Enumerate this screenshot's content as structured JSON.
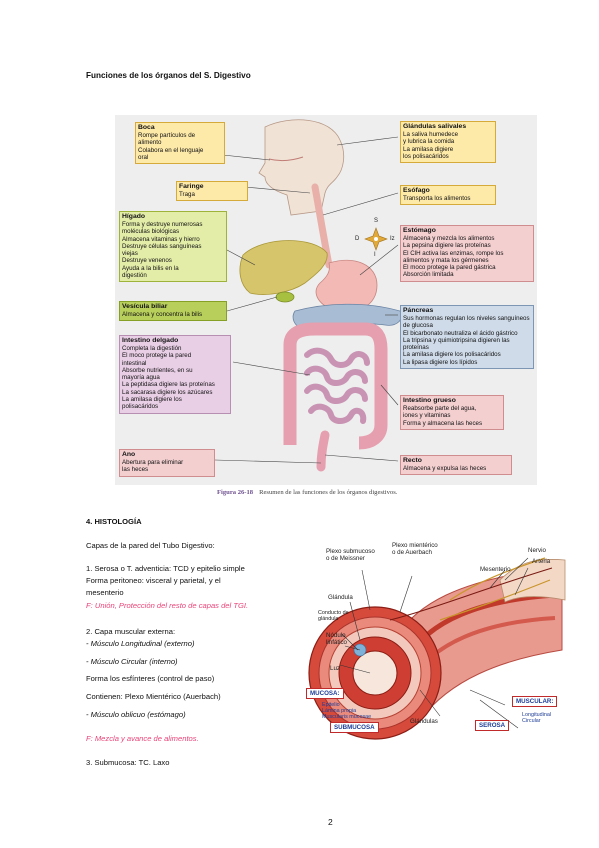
{
  "heading": "Funciones de los órganos del S. Digestivo",
  "figure": {
    "labels": {
      "boca": {
        "title": "Boca",
        "desc": "Rompe partículos de\n  alimento\nColabora en el lenguaje\n  oral"
      },
      "faringe": {
        "title": "Faringe",
        "desc": "Traga"
      },
      "higado": {
        "title": "Hígado",
        "desc": "Forma y destruye numerosas\n  moléculas biológicas\nAlmacena vitaminas y hierro\nDestruye células sanguíneas\n  viejas\nDestruye venenos\nAyuda a la bilis en la\n  digestión"
      },
      "vesicula": {
        "title": "Vesícula biliar",
        "desc": "Almacena y concentra la bilis"
      },
      "intestino_delgado": {
        "title": "Intestino delgado",
        "desc": "Completa la digestión\nEl moco protege la pared\n  intestinal\nAbsorbe nutrientes, en su\n  mayoría agua\nLa peptidasa digiere las proteínas\nLa sacarasa digiere los azúcares\nLa amilasa digiere los\n  polisacáridos"
      },
      "ano": {
        "title": "Ano",
        "desc": "Abertura para eliminar\n  las heces"
      },
      "glandulas": {
        "title": "Glándulas salivales",
        "desc": "La saliva humedece\n  y lubrica la comida\nLa amilasa digiere\n  los polisacáridos"
      },
      "esofago": {
        "title": "Esófago",
        "desc": "Transporta los alimentos"
      },
      "estomago": {
        "title": "Estómago",
        "desc": "Almacena y mezcla los alimentos\nLa pepsina digiere las proteínas\nEl ClH activa las enzimas, rompe los\n  alimentos y mata los gérmenes\nEl moco protege la pared gástrica\nAbsorción limitada"
      },
      "pancreas": {
        "title": "Páncreas",
        "desc": "Sus hormonas regulan los niveles sanguíneos\n  de glucosa\nEl bicarbonato neutraliza el ácido gástrico\nLa tripsina y quimiotripsina digieren las\n  proteínas\nLa amilasa digiere los polisacáridos\nLa lipasa digiere los lípidos"
      },
      "intestino_grueso": {
        "title": "Intestino grueso",
        "desc": "Reabsorbe parte del agua,\n  iones y vitaminas\nForma y almacena las heces"
      },
      "recto": {
        "title": "Recto",
        "desc": "Almacena y expulsa las heces"
      }
    },
    "compass": {
      "n": "S",
      "s": "I",
      "w": "D",
      "e": "Iz"
    },
    "caption_num": "Figura 26-18",
    "caption_text": "Resumen de las funciones de los órganos digestivos."
  },
  "section": {
    "title": "4. HISTOLOGÍA",
    "intro": "Capas de la pared del Tubo Digestivo:",
    "serosa_1": "1. Serosa o T. adventicia: TCD y epitelio simple",
    "serosa_2": "Forma peritoneo: visceral y parietal, y el",
    "serosa_3": "mesenterio",
    "serosa_note": "F: Unión, Protección del resto de capas del TGI.",
    "muscular_1": "2. Capa muscular externa:",
    "muscular_2": "- Músculo Longitudinal (externo)",
    "muscular_3": "- Músculo Circular (interno)",
    "muscular_4": "Forma los esfínteres (control de paso)",
    "muscular_5": "Contienen: Plexo Mientérico (Auerbach)",
    "muscular_6": "- Músculo oblicuo (estómago)",
    "muscular_note": "F: Mezcla y avance de alimentos.",
    "submucosa": "3. Submucosa: TC. Laxo"
  },
  "histology": {
    "plexo_sub": "Plexo submucoso\no de Meissner",
    "plexo_mien": "Plexo mientérico\no de Auerbach",
    "nervio": "Nervio",
    "arteria": "Arteria",
    "mesenterio": "Mesenterio",
    "glandula": "Glándula",
    "conducto": "Conducto de\nglándula",
    "nodulo": "Nódulo\nlinfático",
    "luz": "Luz",
    "mucosa": "MUCOSA:",
    "mucosa_sub": "Epitelio\nLámina propia\nMuscularis mucosae",
    "submucosa": "SUBMUCOSA",
    "glandulas": "Glándulas",
    "serosa": "SEROSA",
    "muscular": "MUSCULAR:",
    "muscular_sub": "Longitudinal\nCircular"
  },
  "page_number": "2"
}
